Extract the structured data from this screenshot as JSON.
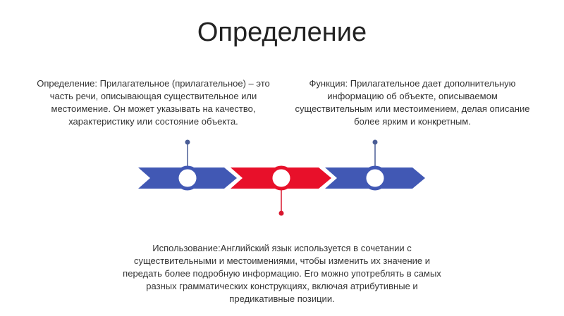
{
  "slide": {
    "title": "Определение",
    "definition_text": "Определение: Прилагательное (прилагательное) – это часть речи, описывающая существительное или местоимение. Он может указывать на качество, характеристику или состояние объекта.",
    "function_text": "Функция: Прилагательное дает дополнительную информацию об объекте, описываемом существительным или местоимением, делая описание более ярким и конкретным.",
    "usage_text": "Использование:Английский язык используется в сочетании с существительными и местоимениями, чтобы изменить их значение и передать более подробную информацию. Его можно употреблять в самых разных грамматических конструкциях, включая атрибутивные и предикативные позиции."
  },
  "colors": {
    "blue": "#4158b4",
    "red": "#e8102a",
    "pin_blue": "#4a5d96",
    "pin_red": "#d8162e",
    "text": "#333333"
  }
}
